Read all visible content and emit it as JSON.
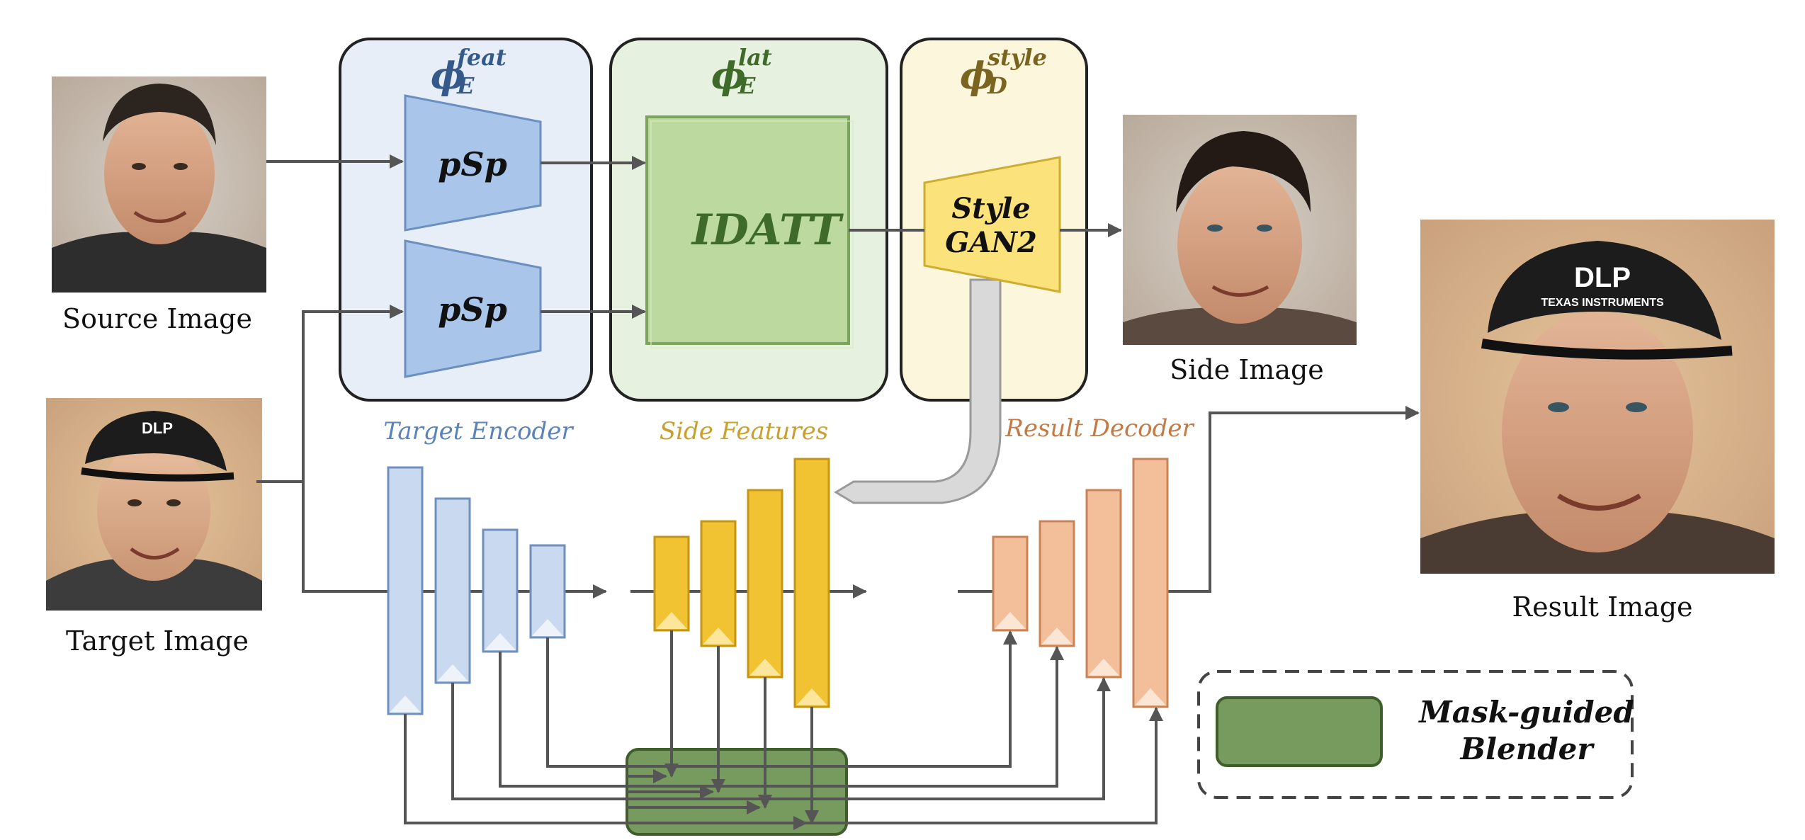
{
  "images": {
    "source": {
      "caption": "Source Image"
    },
    "target": {
      "caption": "Target Image"
    },
    "side": {
      "caption": "Side Image"
    },
    "result": {
      "caption": "Result Image",
      "cap_text": "DLP",
      "cap_subtext": "TEXAS INSTRUMENTS"
    },
    "target_cap_text": "DLP"
  },
  "modules": {
    "feat": {
      "symbol": "ϕ",
      "superscript": "feat",
      "subscript": "E",
      "label_top": "pSp",
      "label_bottom": "pSp",
      "bg": "#e8eef8",
      "color": "#345a8c"
    },
    "lat": {
      "symbol": "ϕ",
      "superscript": "lat",
      "subscript": "E",
      "label": "IDATT",
      "bg": "#e7f1df",
      "color": "#3f6b2a"
    },
    "style": {
      "symbol": "ϕ",
      "superscript": "style",
      "subscript": "D",
      "label_line1": "Style",
      "label_line2": "GAN2",
      "bg": "#fcf6dc",
      "color": "#7a6520"
    }
  },
  "sections": {
    "target_encoder": {
      "label": "Target Encoder",
      "color": "#5b83b9"
    },
    "side_features": {
      "label": "Side Features",
      "color": "#c8a02c"
    },
    "result_decoder": {
      "label": "Result Decoder",
      "color": "#c47a44"
    }
  },
  "legend": {
    "label_line1": "Mask-guided",
    "label_line2": "Blender",
    "swatch": "#779a5e"
  },
  "colors": {
    "encoder_bar": "#c9daf0",
    "feature_bar": "#f1c232",
    "decoder_bar": "#f2bf9a",
    "blender": "#779a5e",
    "arrow": "#555555"
  }
}
